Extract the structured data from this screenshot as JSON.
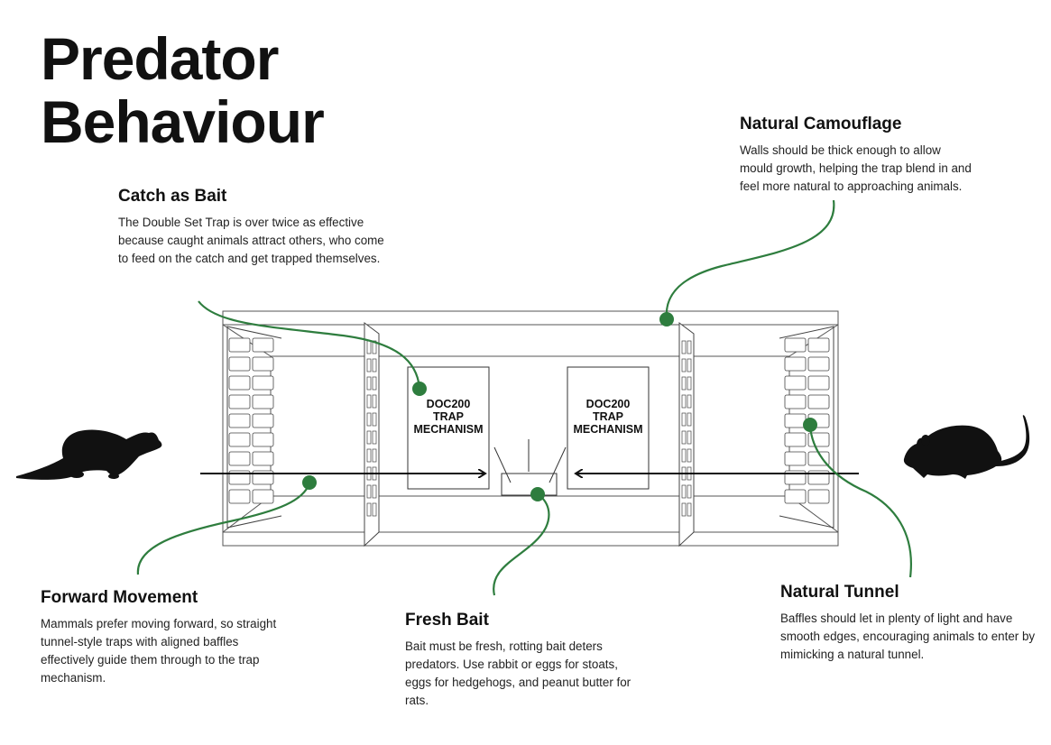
{
  "title": [
    "Predator",
    "Behaviour"
  ],
  "mechanism_label": [
    "DOC200",
    "TRAP",
    "MECHANISM"
  ],
  "callouts": {
    "catch_as_bait": {
      "heading": "Catch as Bait",
      "body": "The Double Set Trap is over twice as effective because caught animals attract others, who come to feed on the catch and get trapped themselves."
    },
    "natural_camouflage": {
      "heading": "Natural Camouflage",
      "body": "Walls should be thick enough to allow mould growth, helping the trap blend in and feel more natural to approaching animals."
    },
    "forward_movement": {
      "heading": "Forward Movement",
      "body": "Mammals prefer moving forward, so straight tunnel-style traps with aligned baffles effectively guide them through to the trap mechanism."
    },
    "fresh_bait": {
      "heading": "Fresh Bait",
      "body": "Bait must be fresh, rotting bait deters predators. Use rabbit or eggs for stoats, eggs for hedgehogs, and peanut butter for rats."
    },
    "natural_tunnel": {
      "heading": "Natural Tunnel",
      "body": "Baffles should let in plenty of light and have smooth edges, encouraging animals to enter by mimicking a natural tunnel."
    }
  },
  "colors": {
    "accent_green": "#2e7d3e",
    "text": "#111111"
  },
  "icons": [
    "stoat-silhouette",
    "rat-silhouette"
  ]
}
